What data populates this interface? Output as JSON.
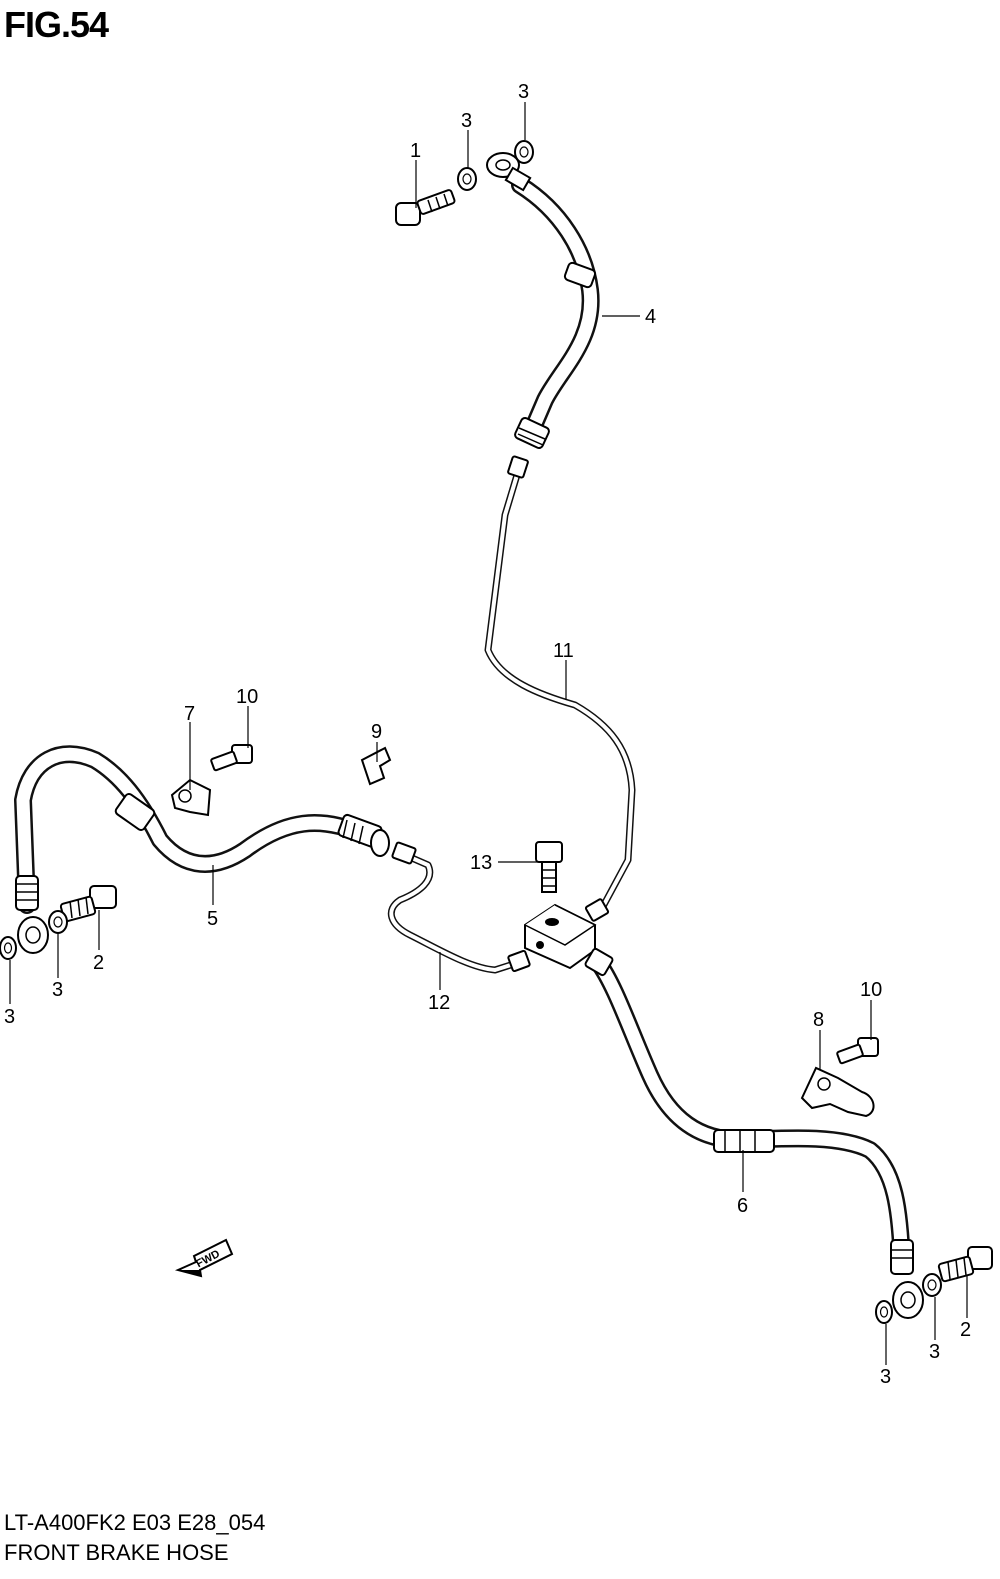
{
  "figure": {
    "title": "FIG.54",
    "model_code": "LT-A400FK2 E03 E28_054",
    "section_name": "FRONT BRAKE HOSE"
  },
  "callouts": {
    "c1": "1",
    "c2a": "2",
    "c2b": "2",
    "c3a": "3",
    "c3b": "3",
    "c3c": "3",
    "c3d": "3",
    "c3e": "3",
    "c3f": "3",
    "c4": "4",
    "c5": "5",
    "c6": "6",
    "c7": "7",
    "c8": "8",
    "c9": "9",
    "c10a": "10",
    "c10b": "10",
    "c11": "11",
    "c12": "12",
    "c13": "13"
  },
  "direction_marker": {
    "label": "FWD",
    "icon": "fwd-arrow-icon"
  }
}
